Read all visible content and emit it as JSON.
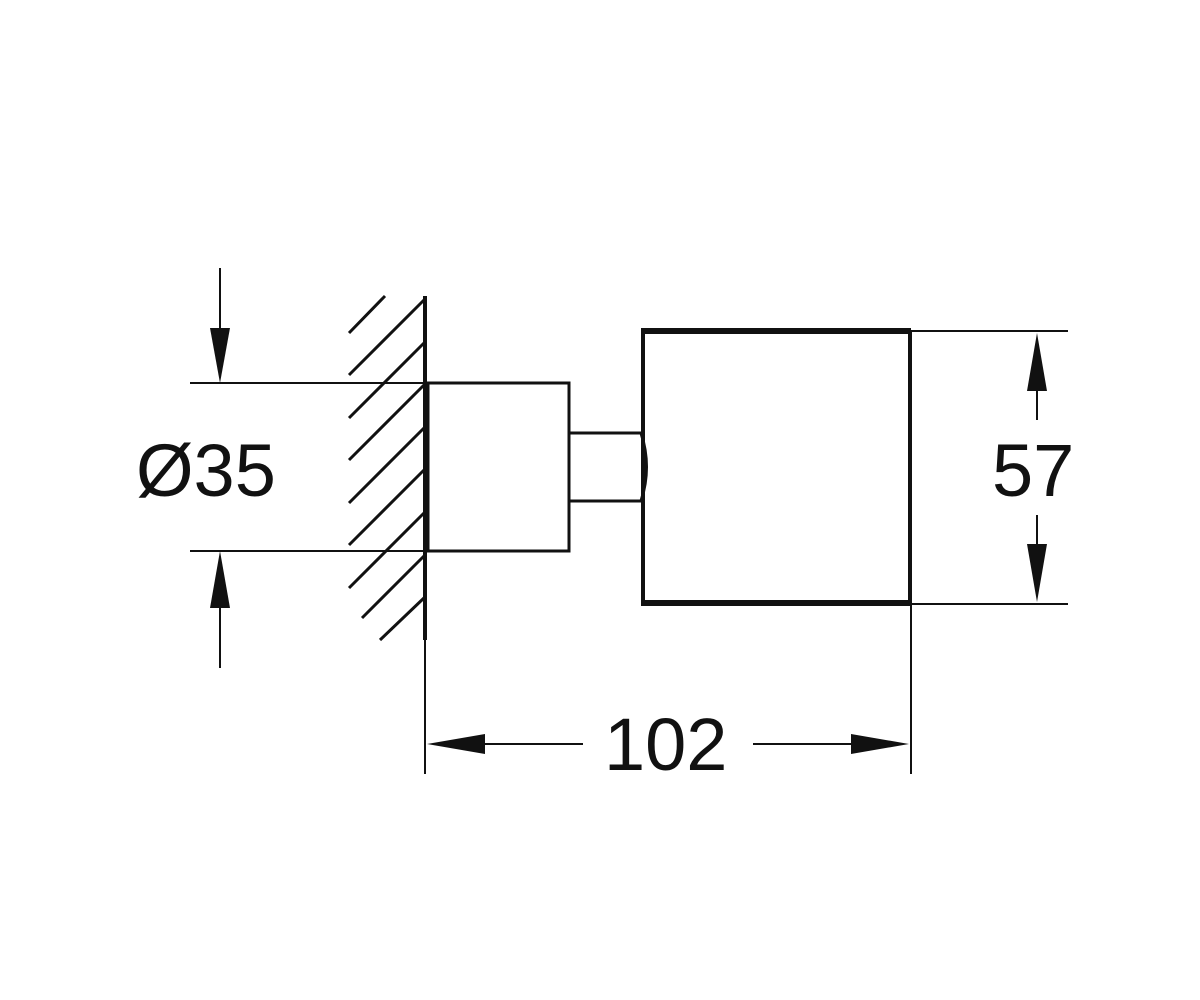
{
  "dimensions": {
    "diameter_label": "Ø35",
    "height_label": "57",
    "length_label": "102"
  },
  "colors": {
    "line": "#111111",
    "background": "#ffffff"
  }
}
